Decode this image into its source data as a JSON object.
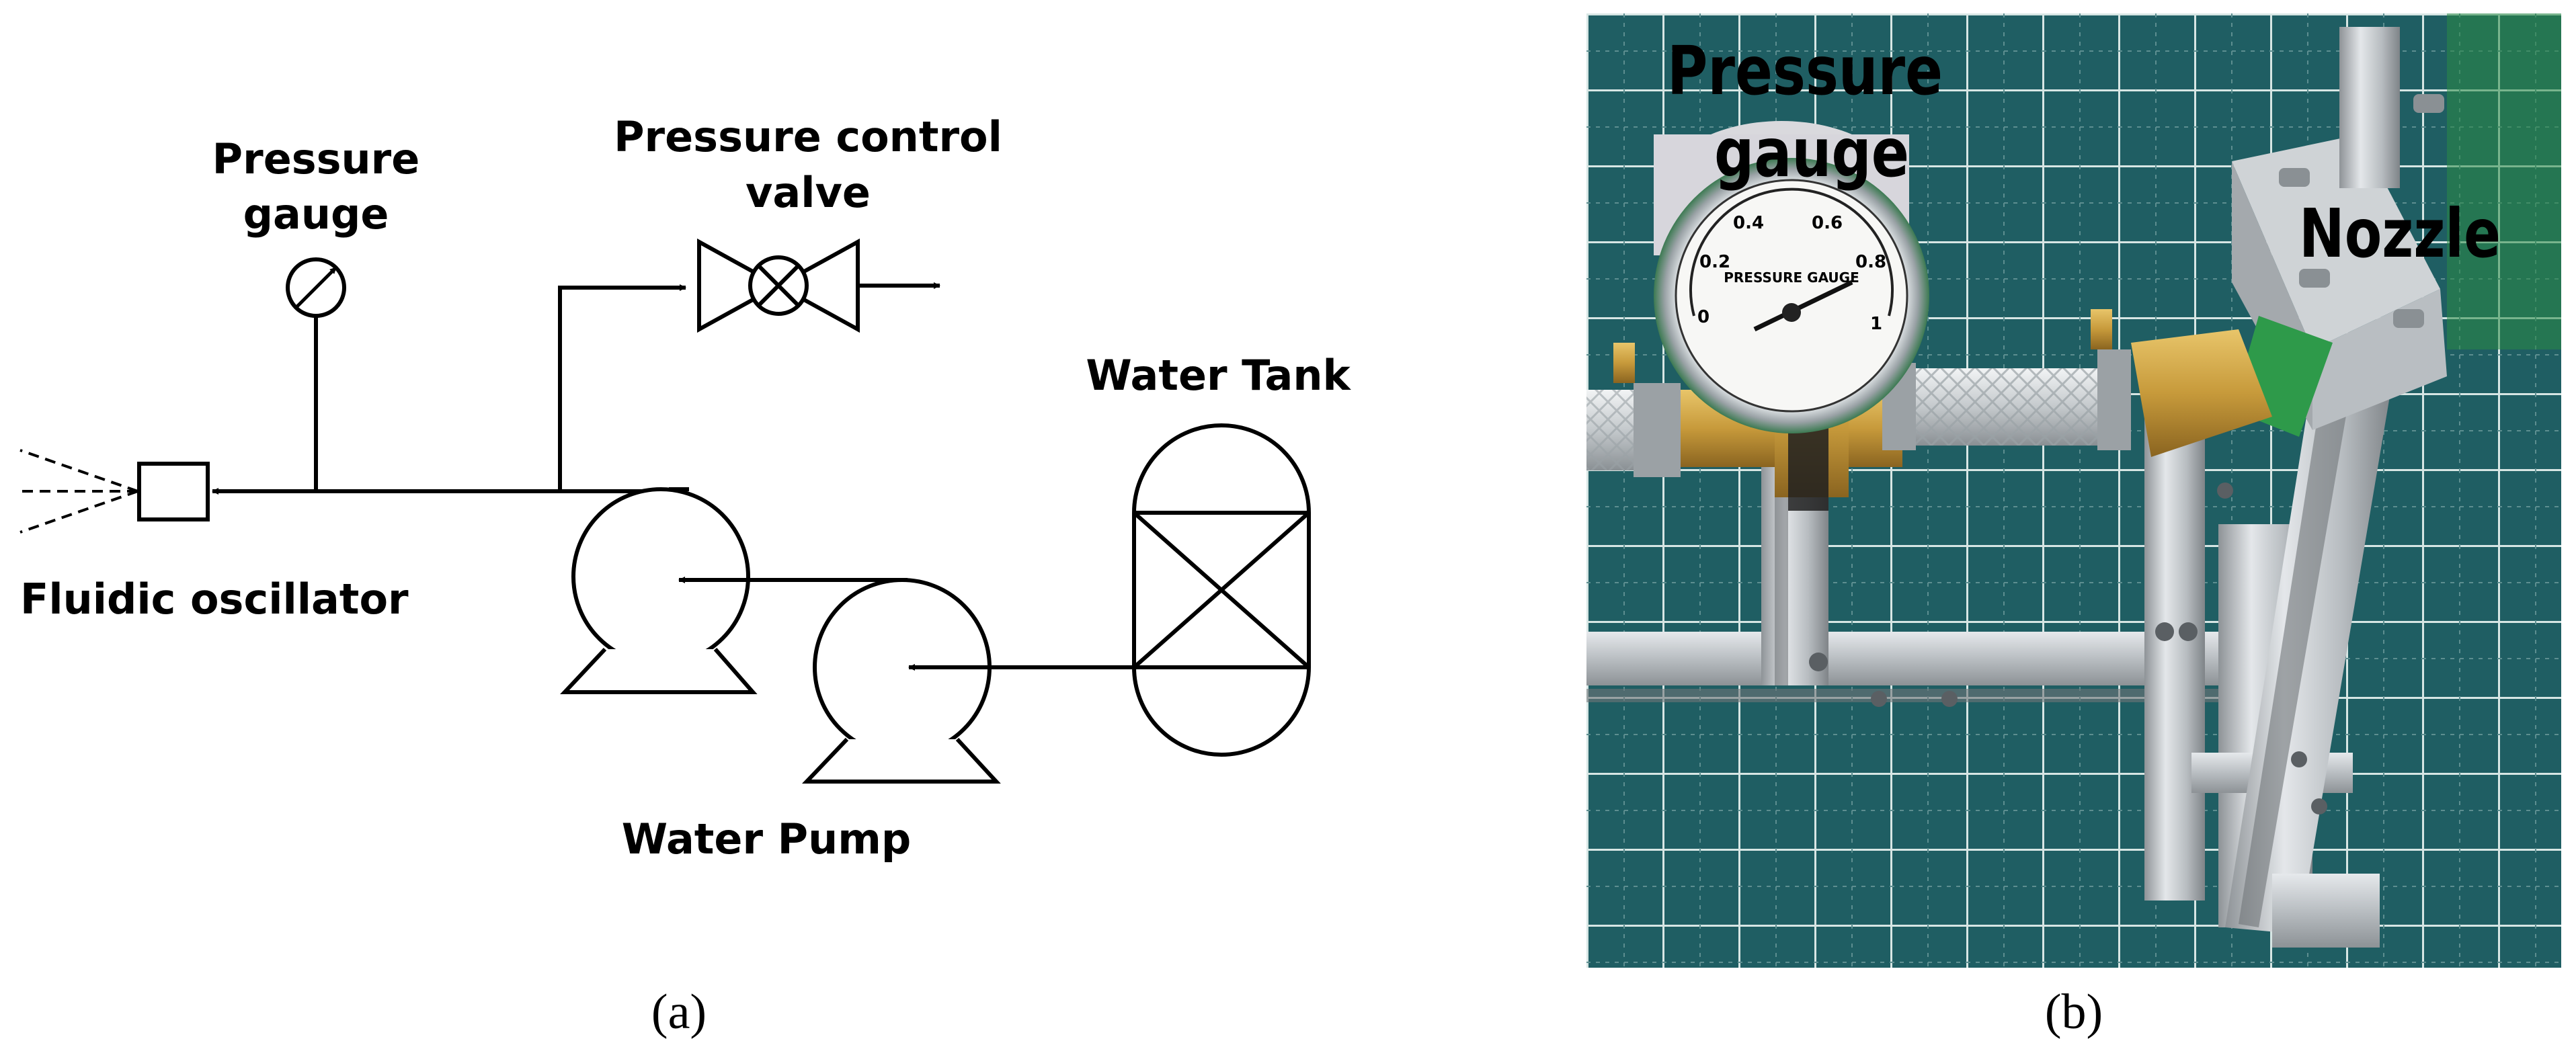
{
  "panel_a": {
    "caption": "(a)",
    "labels": {
      "pressure_gauge": [
        "Pressure",
        "gauge"
      ],
      "pressure_control_valve": [
        "Pressure control",
        "valve"
      ],
      "water_tank": "Water Tank",
      "fluidic_oscillator": "Fluidic oscillator",
      "water_pump": "Water Pump"
    }
  },
  "panel_b": {
    "caption": "(b)",
    "labels": {
      "pressure_gauge": [
        "Pressure",
        "gauge"
      ],
      "nozzle": "Nozzle"
    },
    "gauge_text": {
      "title": "PRESSURE GAUGE",
      "ticks": [
        "0",
        "0.2",
        "0.4",
        "0.6",
        "0.8",
        "1"
      ]
    },
    "colors": {
      "cutting_mat": "#1f5e63",
      "grid_line": "#d7e6e4",
      "aluminum": "#c9cdd0",
      "brass": "#c79a3b",
      "green_accent": "#2e9a4a"
    }
  }
}
